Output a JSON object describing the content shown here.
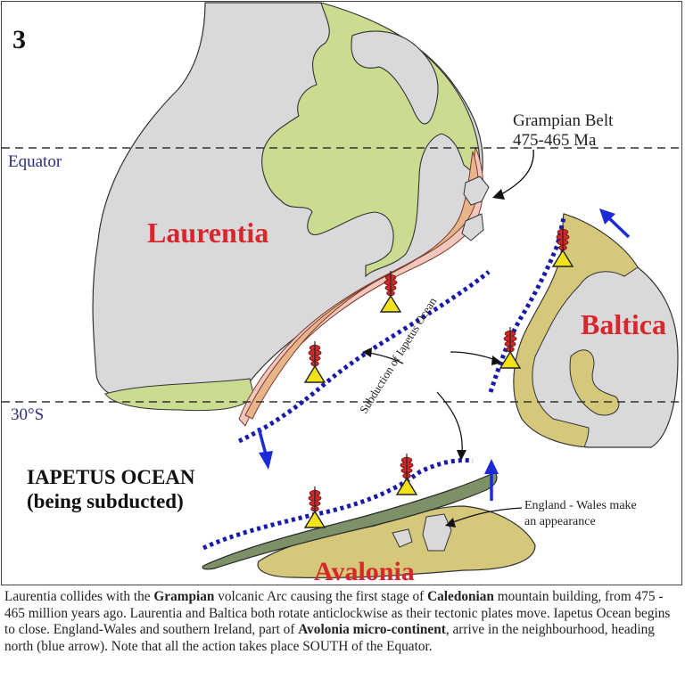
{
  "figure": {
    "panel_number": "3",
    "labels": {
      "equator": "Equator",
      "lat30": "30°S",
      "laurentia": "Laurentia",
      "baltica": "Baltica",
      "avalonia": "Avalonia",
      "grampian_line1": "Grampian Belt",
      "grampian_line2": "475-465 Ma",
      "subduction": "Subduction of Iapetus Ocean",
      "iapetus_line1": "IAPETUS OCEAN",
      "iapetus_line2": "(being subducted)",
      "england_line1": "England - Wales make",
      "england_line2": "an appearance"
    },
    "colors": {
      "continent_grey": "#d9d9db",
      "land_green": "#c9dc8f",
      "arc_orange": "#e8b48a",
      "arc_pink": "#f3c7bd",
      "baltica_khaki": "#d5c87b",
      "avalonia_dark": "#7d9168",
      "subduction_blue": "#1a1aa8",
      "arrow_blue": "#1b2bd8",
      "label_red": "#d8262c",
      "label_navy": "#2b2f7e",
      "volcano_yellow": "#f2e21a",
      "volcano_red": "#cc2a2a"
    },
    "icons": [
      "volcano-icon",
      "direction-arrow-icon"
    ]
  },
  "caption": {
    "part1": "Laurentia collides with the ",
    "bold1": "Grampian",
    "part2": " volcanic Arc causing the first stage of ",
    "bold2": "Caledonian",
    "part3": " mountain building, from 475 - 465 million years ago. Laurentia and Baltica both rotate anticlockwise as their tectonic plates move. Iapetus Ocean begins to close. England-Wales and southern Ireland, part of ",
    "bold3": "Avolonia micro-continent",
    "part4": ", arrive in the neighbourhood, heading north (blue arrow). Note that all the action takes place SOUTH of the Equator."
  }
}
